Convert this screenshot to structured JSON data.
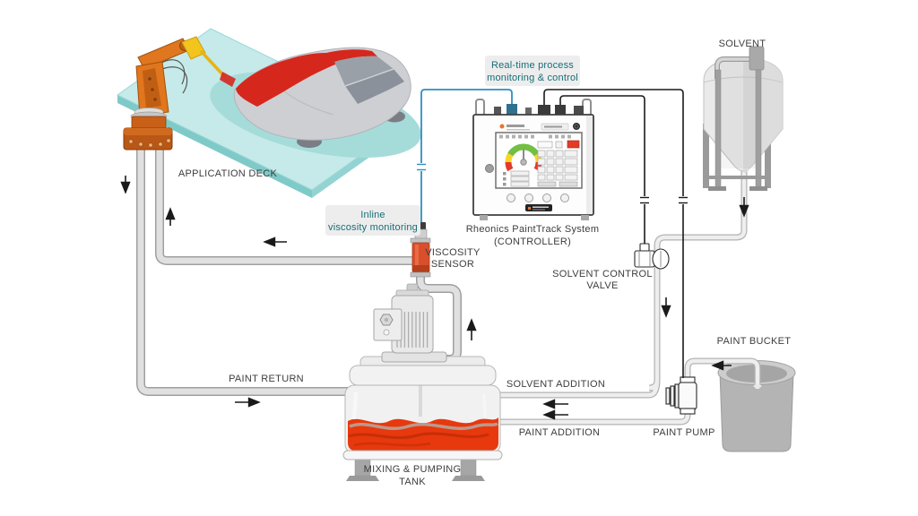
{
  "diagram_title": "Paint viscosity monitoring and control process",
  "labels": {
    "application_deck": "APPLICATION DECK",
    "realtime_line1": "Real-time process",
    "realtime_line2": "monitoring & control",
    "inline_line1": "Inline",
    "inline_line2": "viscosity monitoring",
    "viscosity_sensor_line1": "VISCOSITY",
    "viscosity_sensor_line2": "SENSOR",
    "controller_caption_line1": "Rheonics PaintTrack System",
    "controller_caption_line2": "(CONTROLLER)",
    "solvent": "SOLVENT",
    "solvent_control_valve_line1": "SOLVENT CONTROL",
    "solvent_control_valve_line2": "VALVE",
    "paint_bucket": "PAINT BUCKET",
    "paint_pump": "PAINT PUMP",
    "paint_return": "PAINT RETURN",
    "solvent_addition": "SOLVENT ADDITION",
    "paint_addition": "PAINT ADDITION",
    "mixing_tank_line1": "MIXING & PUMPING",
    "mixing_tank_line2": "TANK"
  },
  "colors": {
    "deck_teal": "#c5eae9",
    "deck_edge_teal": "#93d4d2",
    "car_red": "#d6271d",
    "paint_red": "#e8380d",
    "robot_orange": "#e0761d",
    "spray_gun_yellow": "#f2c41d",
    "pipe_gray": "#e0e0e0",
    "pipe_outline_gray": "#9f9f9f",
    "cable_blue": "#2e8fc2",
    "signal_black": "#1a1a1a",
    "label_gray": "#3d3d3d",
    "callout_teal": "#156e78",
    "callout_bg": "#ededed",
    "gauge_green": "#72bf44",
    "gauge_yellow": "#f8d626",
    "gauge_red": "#e03a2f",
    "controller_red_button": "#e23c28"
  }
}
